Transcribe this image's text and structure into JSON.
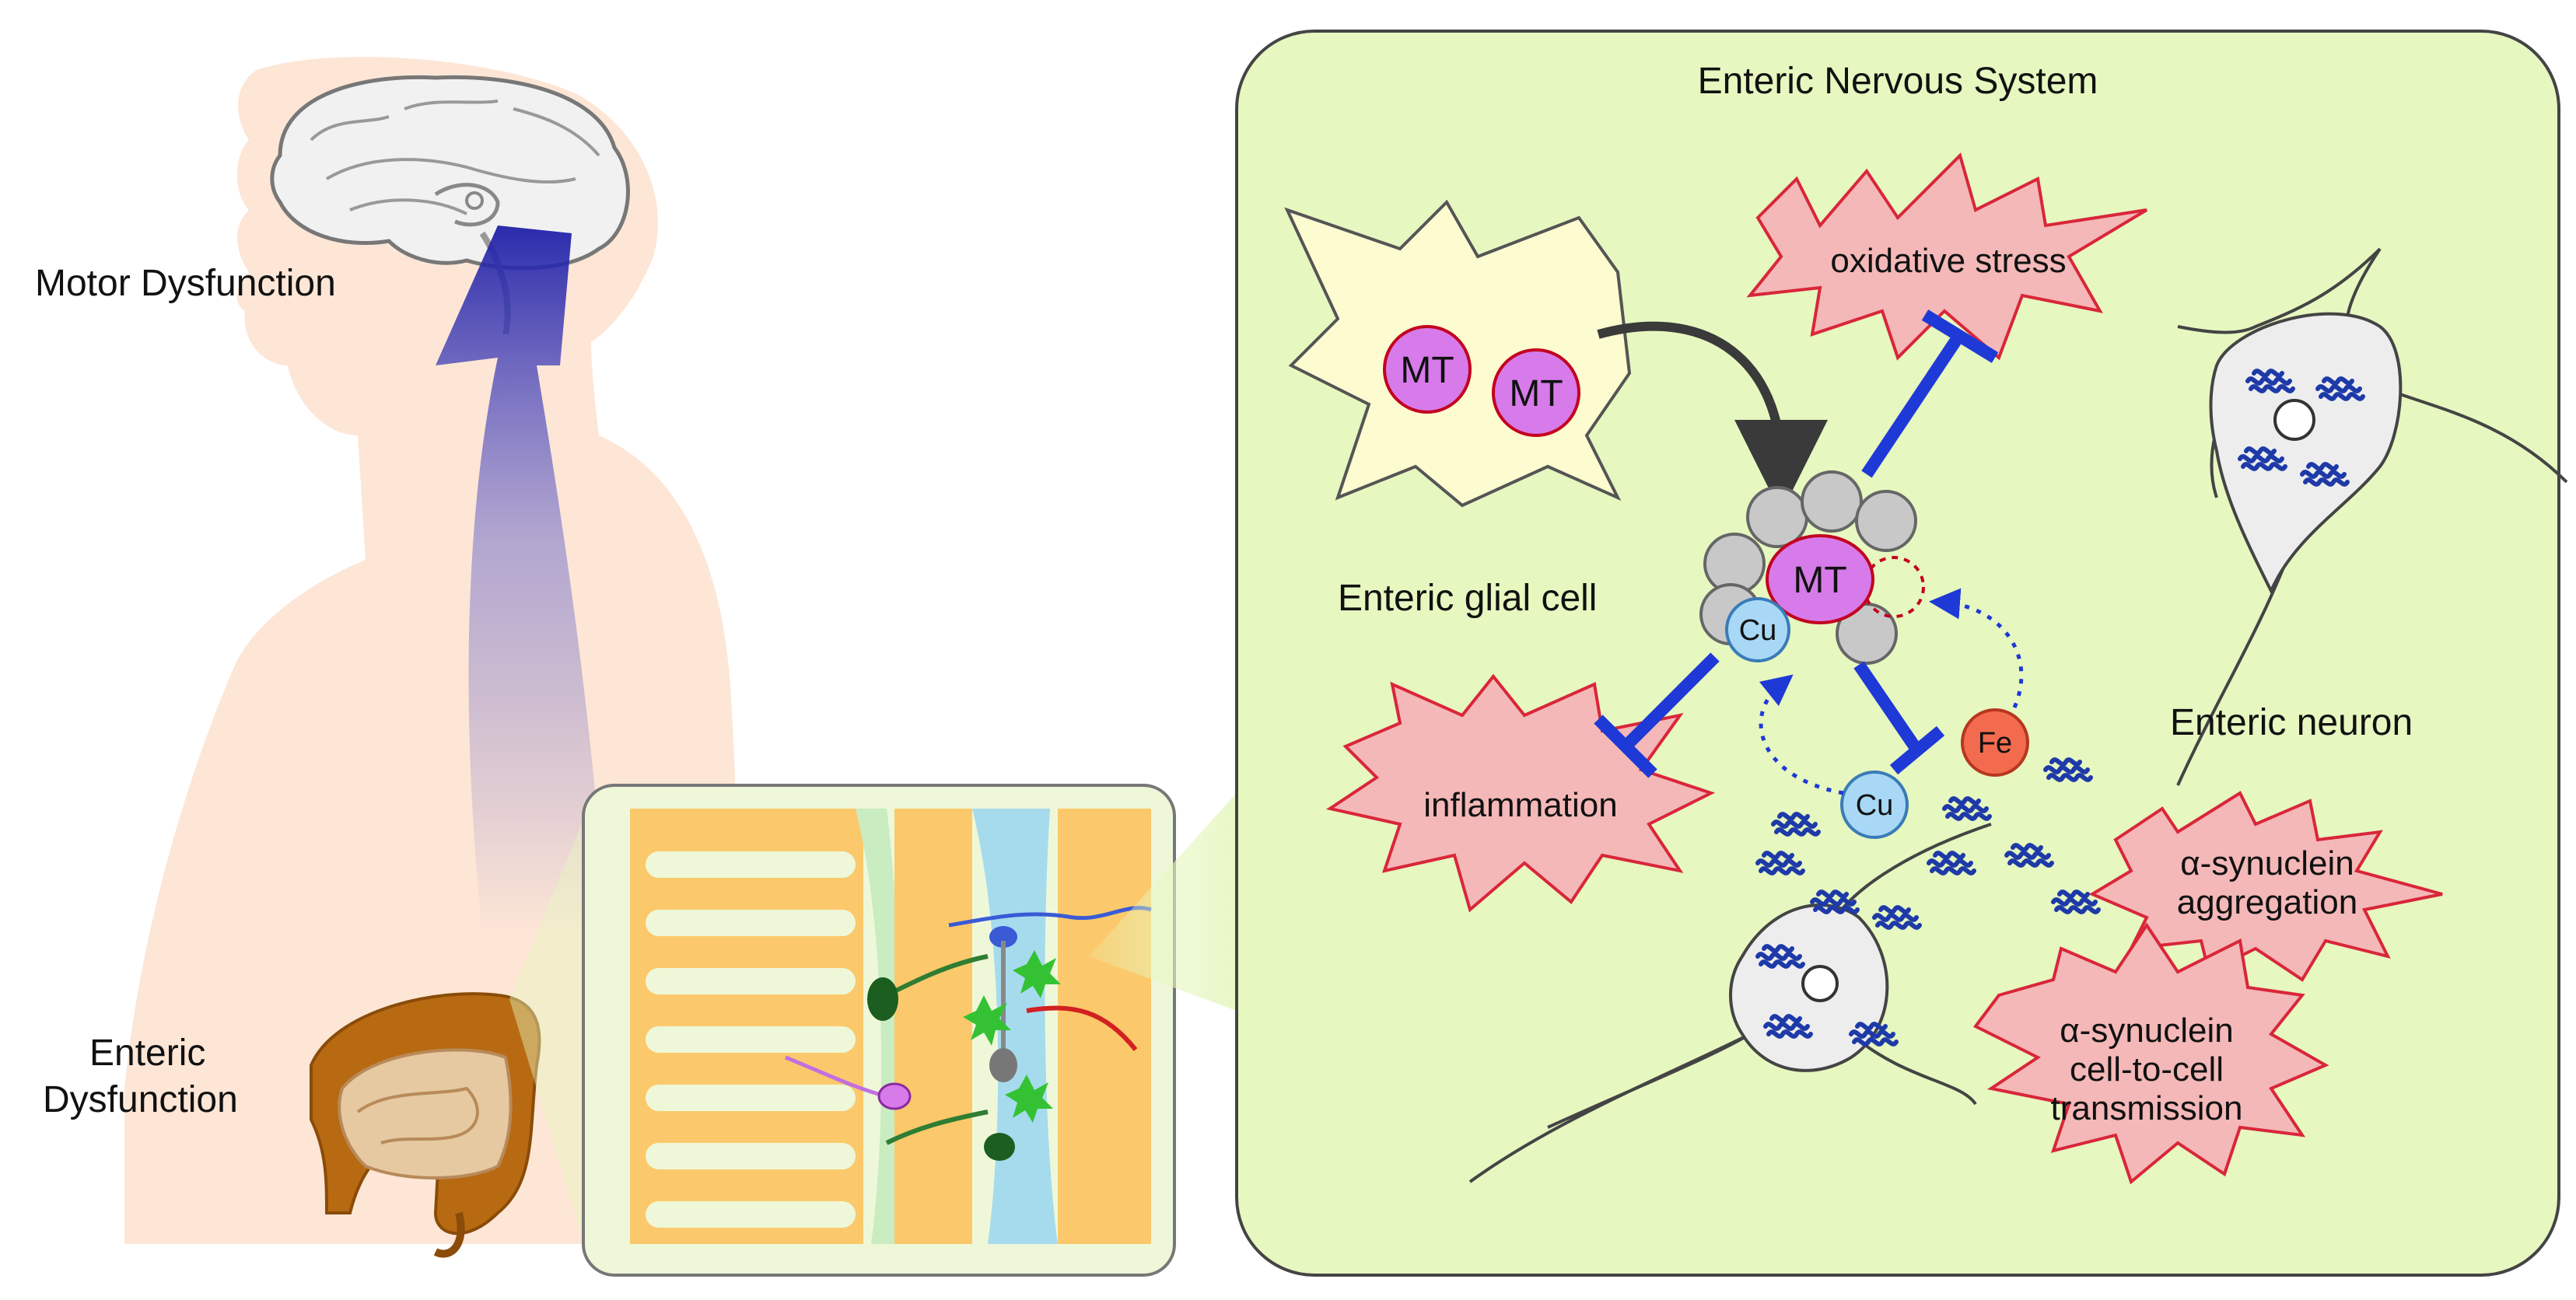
{
  "labels": {
    "motor_dysfunction": "Motor Dysfunction",
    "enteric_dysfunction_line1": "Enteric",
    "enteric_dysfunction_line2": "Dysfunction",
    "ens_title": "Enteric Nervous System",
    "glial_cell": "Enteric glial cell",
    "enteric_neuron": "Enteric neuron",
    "mt": "MT",
    "cu": "Cu",
    "fe": "Fe",
    "oxidative_stress": "oxidative stress",
    "inflammation": "inflammation",
    "syn_agg_line1": "α-synuclein",
    "syn_agg_line2": "aggregation",
    "syn_trans_line1": "α-synuclein",
    "syn_trans_line2": "cell-to-cell",
    "syn_trans_line3": "transmission"
  },
  "colors": {
    "ens_panel_fill": "#e6f7c0",
    "skin": "#fde6d6",
    "mt_fill": "#d77bea",
    "mt_stroke": "#c3001f",
    "cu_fill": "#a8d8f5",
    "fe_fill": "#f26b4f",
    "burst_fill": "#f4b8b8",
    "burst_stroke": "#d9263a",
    "inhibit_blue": "#1e39d6",
    "glia_fill": "#fdfbd0",
    "synuclein": "#1e3aa8",
    "colon": "#b86a12",
    "up_arrow": "#3a3ab8"
  },
  "icons": [
    "brain-icon",
    "colon-icon",
    "glial-cell-icon",
    "neuron-icon",
    "synuclein-fibril-icon"
  ]
}
